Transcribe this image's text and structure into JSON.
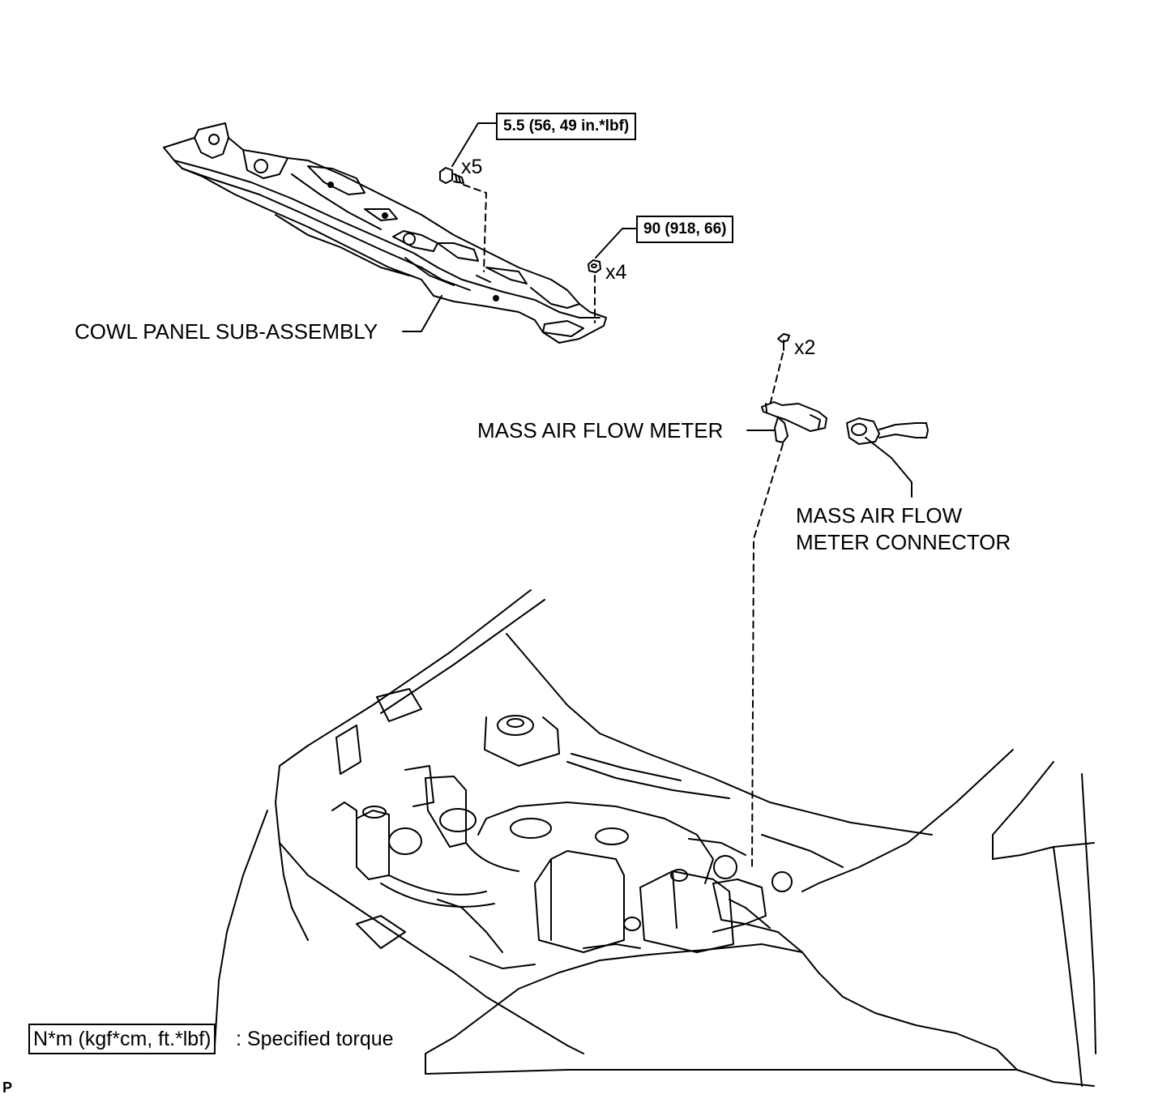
{
  "labels": {
    "cowl_panel": "COWL PANEL SUB-ASSEMBLY",
    "maf_meter": "MASS AIR FLOW METER",
    "maf_connector_line1": "MASS AIR FLOW",
    "maf_connector_line2": "METER CONNECTOR"
  },
  "torques": {
    "bolt": "5.5 (56, 49 in.*lbf)",
    "nut": "90 (918, 66)"
  },
  "quantities": {
    "bolt": "x5",
    "nut": "x4",
    "screw": "x2"
  },
  "legend": {
    "unit": "N*m (kgf*cm, ft.*lbf)",
    "description": ": Specified torque"
  },
  "corner_code": "P"
}
